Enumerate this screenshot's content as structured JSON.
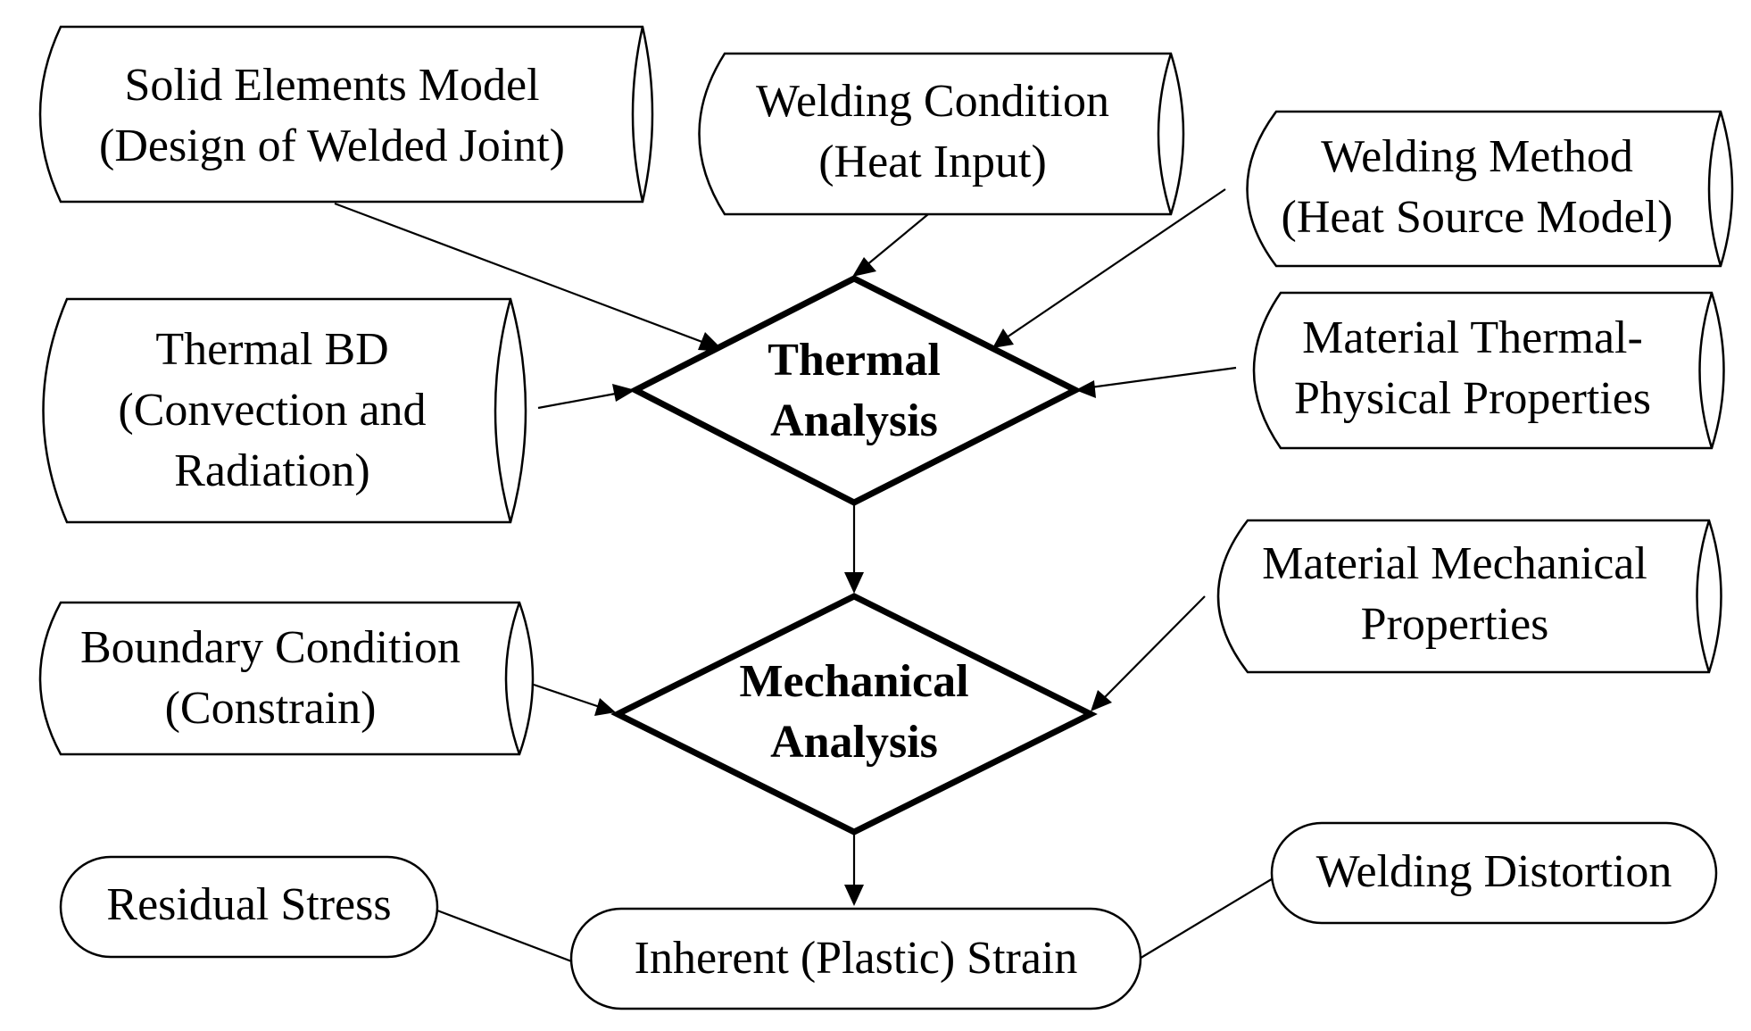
{
  "inputs": {
    "solid_elements": {
      "line1": "Solid Elements Model",
      "line2": "(Design of Welded Joint)"
    },
    "welding_condition": {
      "line1": "Welding Condition",
      "line2": "(Heat Input)"
    },
    "welding_method": {
      "line1": "Welding Method",
      "line2": "(Heat Source Model)"
    },
    "thermal_bd": {
      "line1": "Thermal BD",
      "line2": "(Convection and",
      "line3": "Radiation)"
    },
    "material_thermal": {
      "line1": "Material Thermal-",
      "line2": "Physical Properties"
    },
    "material_mechanical": {
      "line1": "Material Mechanical",
      "line2": "Properties"
    },
    "boundary_condition": {
      "line1": "Boundary Condition",
      "line2": "(Constrain)"
    }
  },
  "decisions": {
    "thermal": {
      "line1": "Thermal",
      "line2": "Analysis"
    },
    "mechanical": {
      "line1": "Mechanical",
      "line2": "Analysis"
    }
  },
  "outputs": {
    "inherent_strain": "Inherent (Plastic) Strain",
    "residual_stress": "Residual Stress",
    "welding_distortion": "Welding Distortion"
  },
  "colors": {
    "stroke": "#000000",
    "background": "#ffffff"
  }
}
